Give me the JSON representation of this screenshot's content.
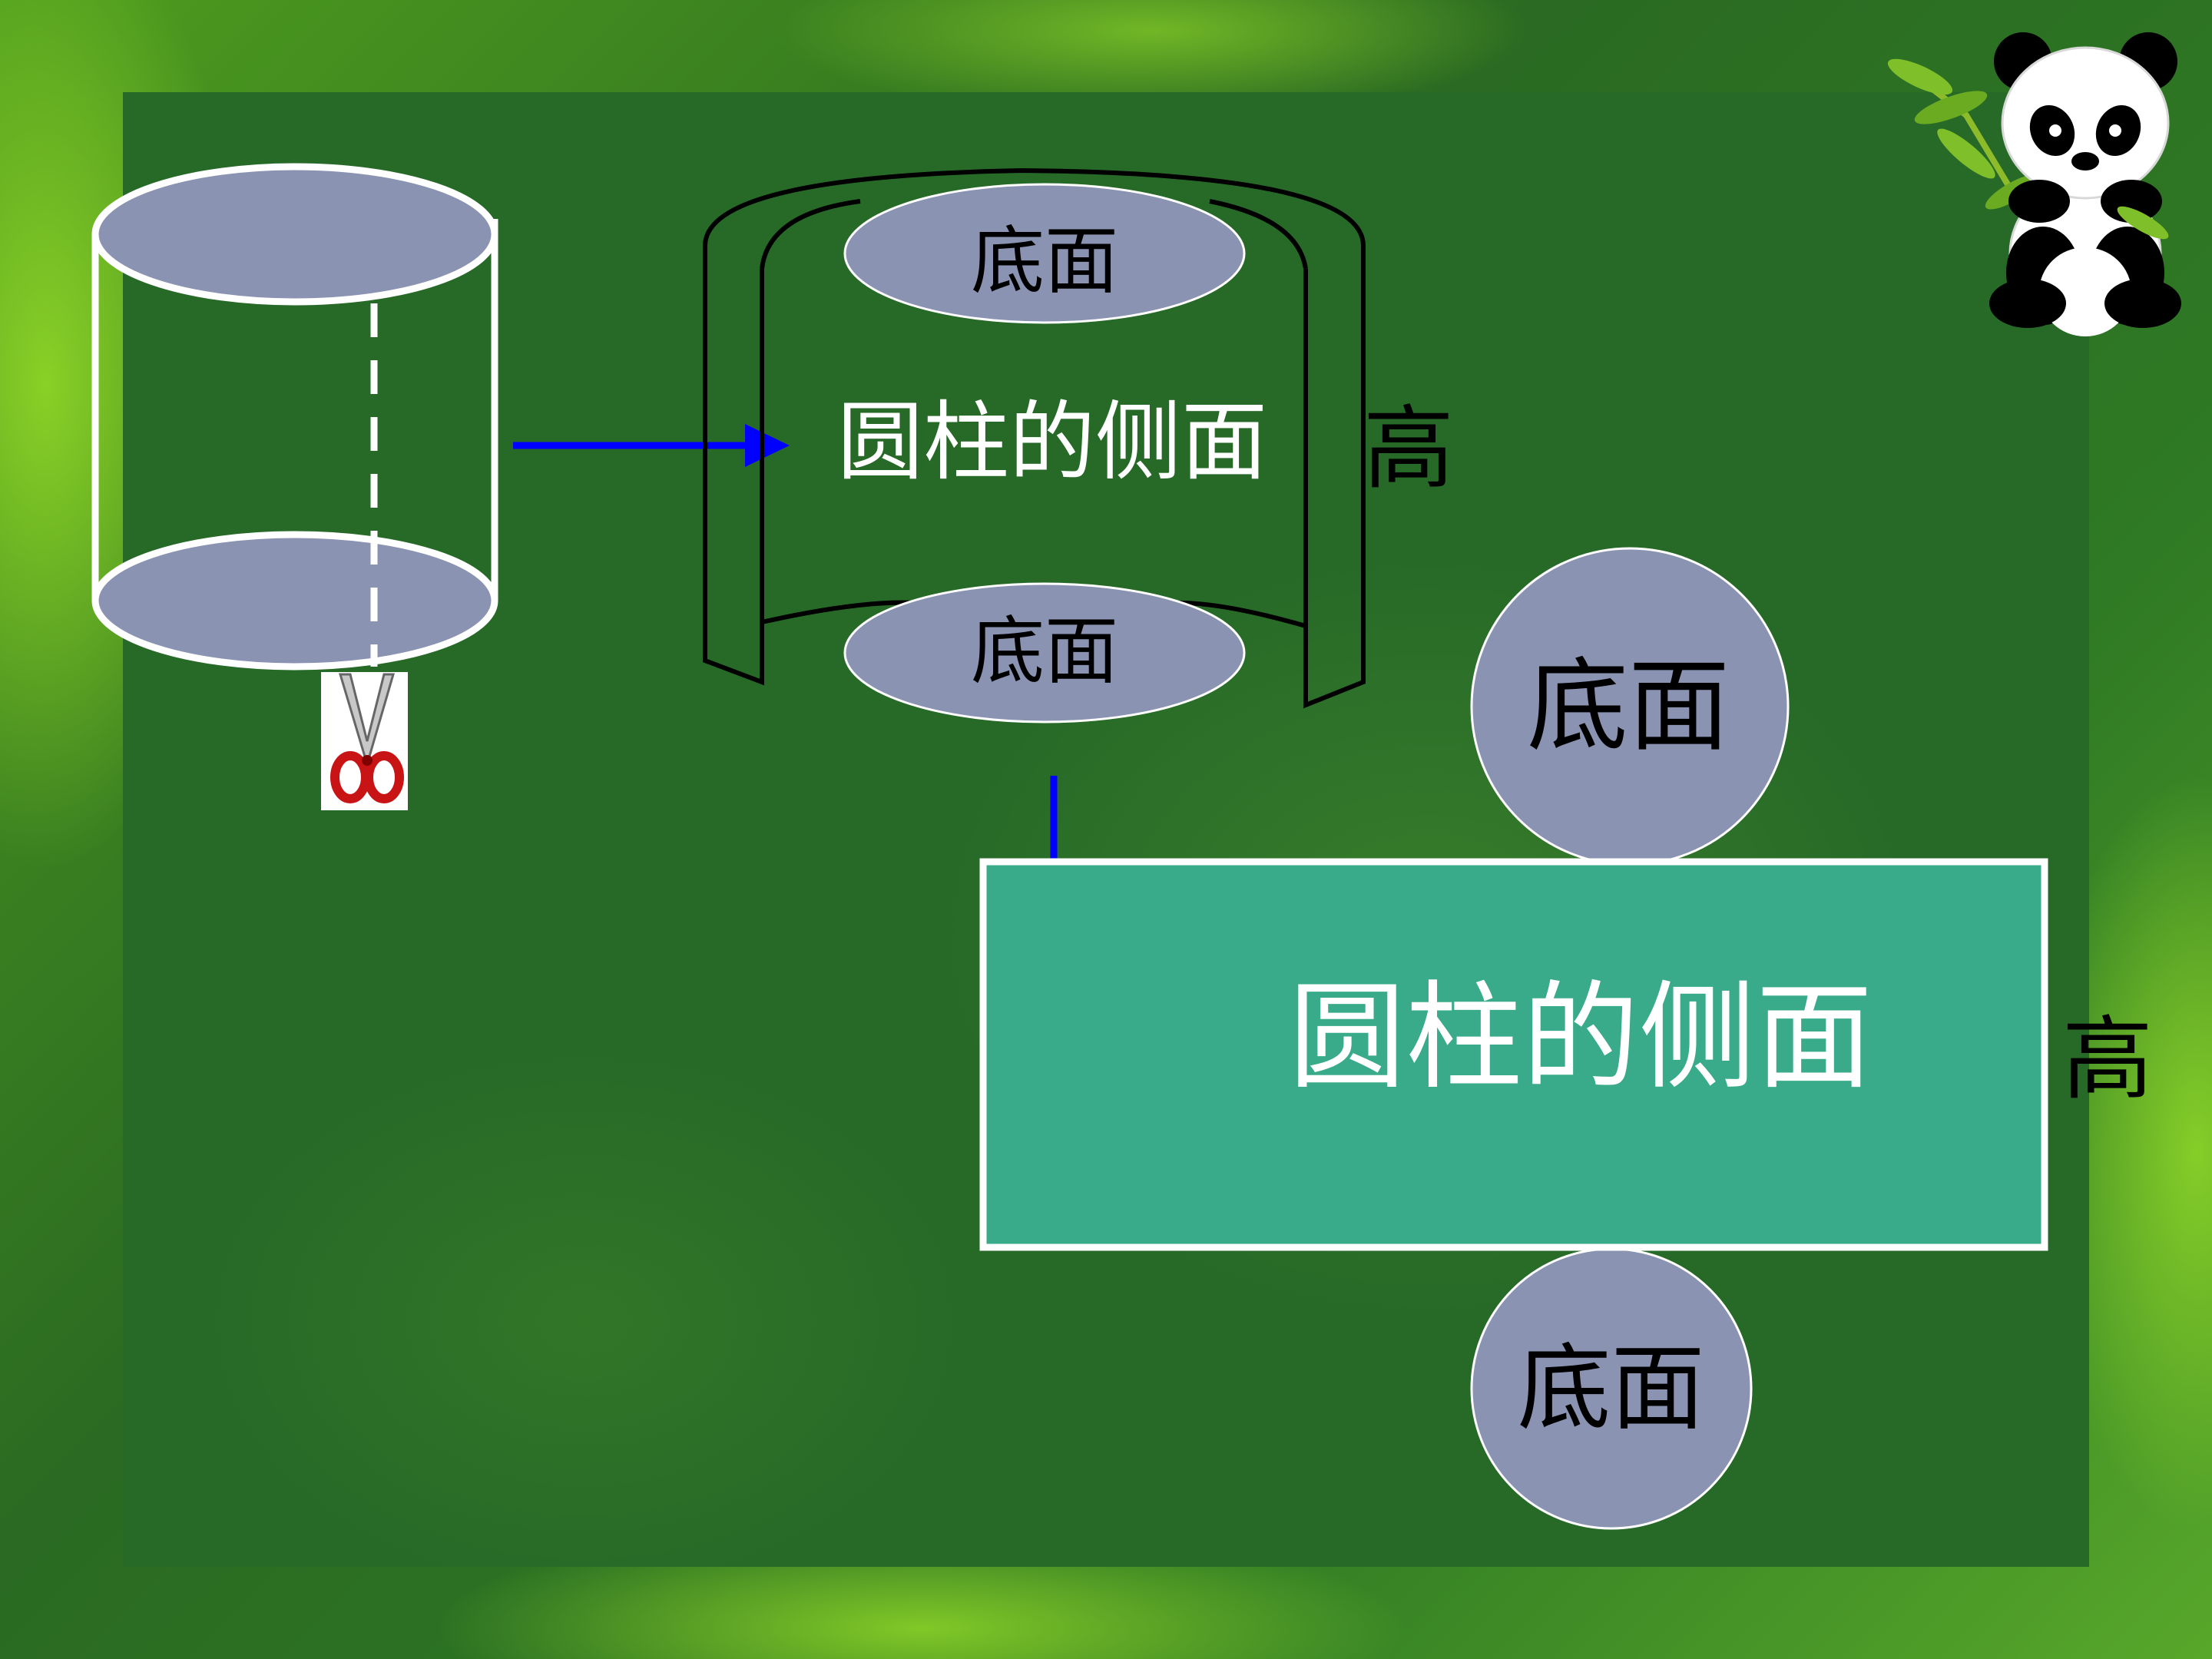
{
  "labels": {
    "base_top": "底面",
    "base_bottom": "底面",
    "lateral_surface": "圆柱的侧面",
    "height": "高",
    "unfolded_base_top": "底面",
    "unfolded_base_bottom": "底面",
    "unfolded_lateral_surface": "圆柱的侧面",
    "unfolded_height": "高"
  },
  "colors": {
    "background_green": "#2b6e26",
    "panel_green": "#276a28",
    "base_fill": "#8a94b2",
    "rectangle_fill": "#3aab8a",
    "arrow_blue": "#0000ff",
    "outline_white": "#ffffff",
    "label_white": "#ffffff",
    "label_black": "#000000"
  },
  "icons": [
    "scissors-icon",
    "panda-bamboo-icon"
  ]
}
